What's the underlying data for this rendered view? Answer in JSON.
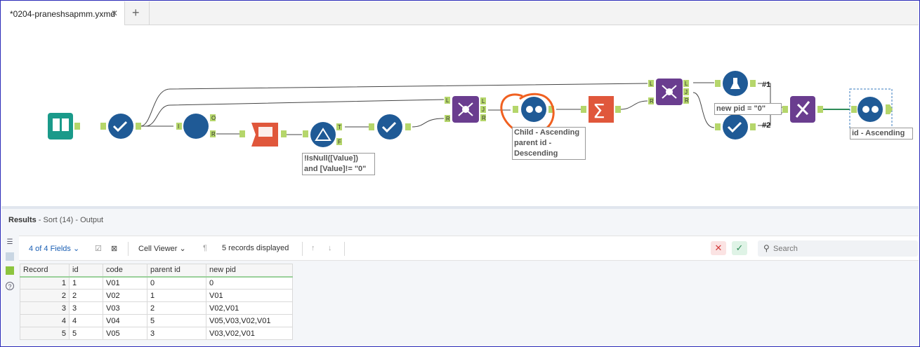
{
  "tab": {
    "title": "*0204-praneshsapmm.yxmd",
    "close": "✕",
    "add": "+"
  },
  "canvas": {
    "filter_annotation": [
      "!IsNull([Value])",
      "and [Value]!= \"0\""
    ],
    "sort_annotation": [
      "Child - Ascending",
      "parent id  -",
      "Descending"
    ],
    "formula_annotation": "new pid  = \"0\"",
    "final_sort_annotation": "id  - Ascending",
    "labels": {
      "o": "O",
      "r": "R",
      "t": "T",
      "f": "F",
      "l": "L",
      "j": "J",
      "i": "I"
    },
    "out1": "#1",
    "out2": "#2"
  },
  "results": {
    "title_prefix": "Results",
    "title_rest": " - Sort (14) - Output",
    "fields_label": "4 of 4 Fields",
    "cell_viewer": "Cell Viewer",
    "records_displayed": "5 records displayed",
    "search_placeholder": "Search",
    "columns": [
      "Record",
      "id",
      "code",
      "parent id",
      "new pid"
    ],
    "rows": [
      [
        "1",
        "1",
        "V01",
        "0",
        "0"
      ],
      [
        "2",
        "2",
        "V02",
        "1",
        "V01"
      ],
      [
        "3",
        "3",
        "V03",
        "2",
        "V02,V01"
      ],
      [
        "4",
        "4",
        "V04",
        "5",
        "V05,V03,V02,V01"
      ],
      [
        "5",
        "5",
        "V05",
        "3",
        "V03,V02,V01"
      ]
    ]
  },
  "colors": {
    "tool_blue": "#1f5a96",
    "tool_purple": "#6a3d8f",
    "tool_orange": "#e0573b",
    "tool_teal": "#1a9a8a",
    "anchor_green": "#b5d66b",
    "annotation_orange": "#f06020"
  }
}
